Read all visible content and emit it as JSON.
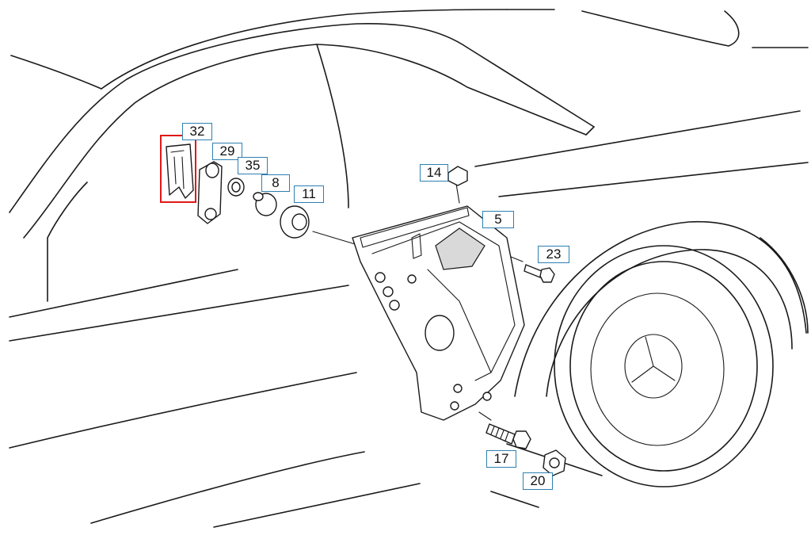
{
  "colors": {
    "callout_border": "#2e7fb0",
    "highlight": "#e01818",
    "line": "#1a1a1a"
  },
  "callouts": [
    {
      "id": "32",
      "label": "32"
    },
    {
      "id": "29",
      "label": "29"
    },
    {
      "id": "35",
      "label": "35"
    },
    {
      "id": "8",
      "label": "8"
    },
    {
      "id": "11",
      "label": "11"
    },
    {
      "id": "14",
      "label": "14"
    },
    {
      "id": "5",
      "label": "5"
    },
    {
      "id": "23",
      "label": "23"
    },
    {
      "id": "17",
      "label": "17"
    },
    {
      "id": "20",
      "label": "20"
    }
  ],
  "highlighted_part": "32"
}
